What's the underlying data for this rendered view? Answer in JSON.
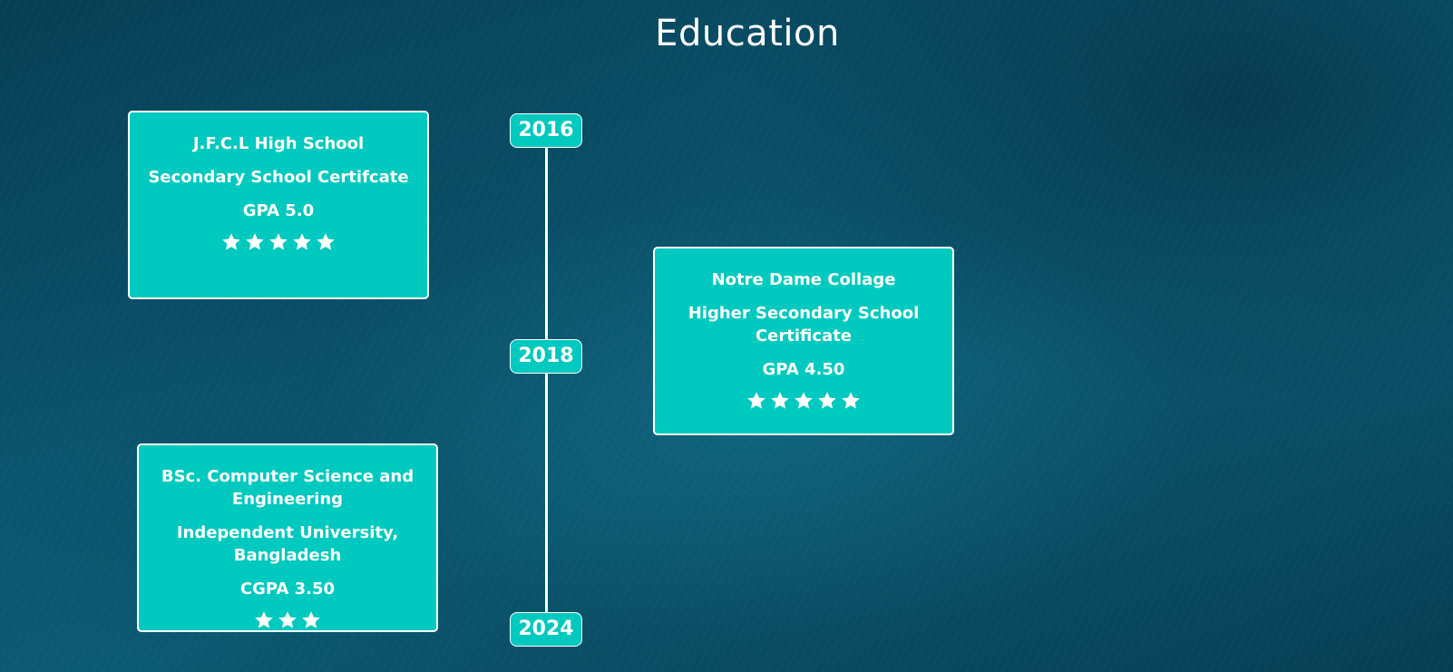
{
  "section": {
    "title": "Education"
  },
  "timeline": {
    "years": [
      "2016",
      "2018",
      "2024"
    ]
  },
  "entries": [
    {
      "institution": "J.F.C.L High School",
      "degree": "Secondary School Certifcate",
      "grade": "GPA 5.0",
      "rating": 5,
      "star_icon": "star-icon"
    },
    {
      "institution": "Notre Dame Collage",
      "degree": "Higher Secondary School Certificate",
      "grade": "GPA 4.50",
      "rating": 5,
      "star_icon": "star-icon"
    },
    {
      "institution": "BSc. Computer Science and Engineering",
      "degree": "Independent University, Bangladesh",
      "grade": "CGPA 3.50",
      "rating": 3,
      "star_icon": "star-icon"
    }
  ],
  "colors": {
    "card_background": "#00c9bf",
    "border": "#ffffff",
    "text": "#ffffff",
    "background": "#0a5670"
  }
}
